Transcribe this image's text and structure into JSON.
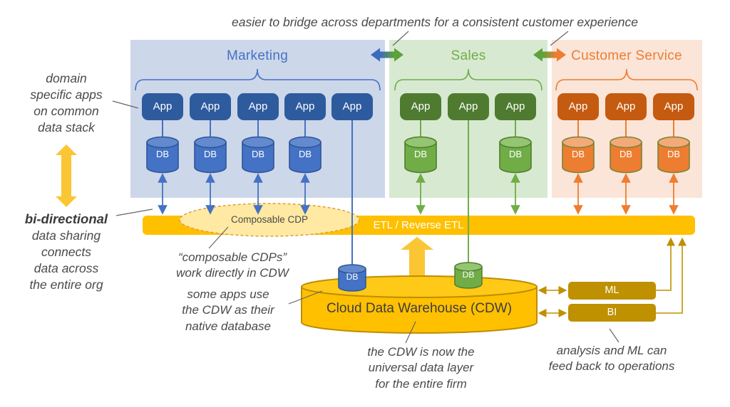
{
  "labels": {
    "app": "App",
    "db": "DB"
  },
  "departments": [
    {
      "name": "Marketing",
      "color": "#4472C4",
      "app_count": 5,
      "db_count": 4
    },
    {
      "name": "Sales",
      "color": "#70AD47",
      "app_count": 3,
      "db_count": 2
    },
    {
      "name": "Customer Service",
      "color": "#ED7D31",
      "app_count": 3,
      "db_count": 3
    }
  ],
  "etl": {
    "label": "ETL / Reverse ETL",
    "color": "#FFC000"
  },
  "cdp": {
    "label": "Composable CDP"
  },
  "cdw": {
    "label": "Cloud Data Warehouse (CDW)",
    "color": "#FFC000"
  },
  "ml": {
    "label": "ML",
    "color": "#BF9000"
  },
  "bi": {
    "label": "BI",
    "color": "#BF9000"
  },
  "notes": {
    "top": "easier to bridge across departments for a consistent customer experience",
    "domain_apps": "domain\nspecific apps\non common\ndata stack",
    "bidirectional_bold": "bi-directional",
    "bidirectional_rest": "data sharing\nconnects\ndata across\nthe entire org",
    "composable": "“composable CDPs”\nwork directly in CDW",
    "native_db": "some apps use\nthe CDW as their\nnative database",
    "cdw_note": "the CDW is now the\nuniversal data layer\nfor the entire firm",
    "feedback": "analysis and ML can\nfeed back to operations"
  }
}
